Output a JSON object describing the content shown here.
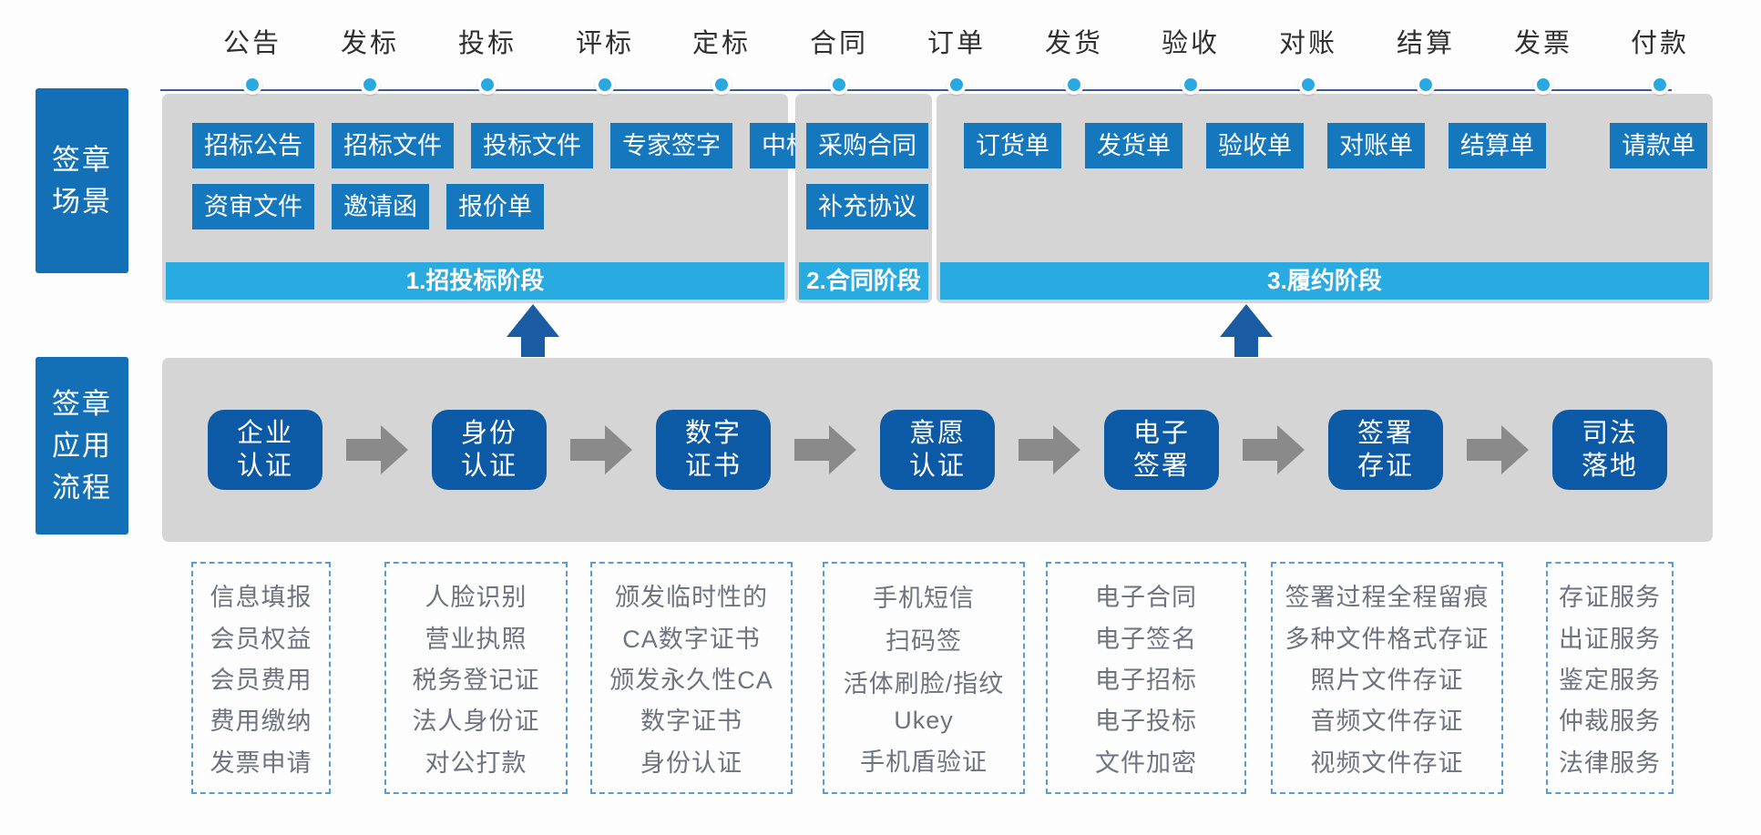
{
  "colors": {
    "button_blue": "#1577BD",
    "flow_box_blue": "#0C5AA5",
    "sidebar_blue": "#1470B6",
    "stage_bar_blue": "#29ABE2",
    "dot_blue": "#29A9E0",
    "timeline_line_blue": "#3A5C9E",
    "panel_gray": "#D5D5D5",
    "flow_arrow_gray": "#8A8A8A",
    "up_arrow_blue": "#1A5CA4",
    "dashed_border_blue": "#5B9BD5",
    "detail_text_gray": "#6E7380"
  },
  "sidebar": {
    "scene": [
      "签章",
      "场景"
    ],
    "process": [
      "签章",
      "应用",
      "流程"
    ]
  },
  "timeline": {
    "items": [
      "公告",
      "发标",
      "投标",
      "评标",
      "定标",
      "合同",
      "订单",
      "发货",
      "验收",
      "对账",
      "结算",
      "发票",
      "付款"
    ]
  },
  "panels": [
    {
      "stage_label": "1.招投标阶段",
      "rows": [
        [
          "招标公告",
          "招标文件",
          "投标文件",
          "专家签字",
          "中标公告"
        ],
        [
          "资审文件",
          "邀请函",
          "报价单"
        ]
      ]
    },
    {
      "stage_label": "2.合同阶段",
      "rows": [
        [
          "采购合同"
        ],
        [
          "补充协议"
        ]
      ]
    },
    {
      "stage_label": "3.履约阶段",
      "rows": [
        [
          "订货单",
          "发货单",
          "验收单",
          "对账单",
          "结算单",
          "请款单"
        ]
      ]
    }
  ],
  "flow": {
    "steps": [
      {
        "line1": "企业",
        "line2": "认证"
      },
      {
        "line1": "身份",
        "line2": "认证"
      },
      {
        "line1": "数字",
        "line2": "证书"
      },
      {
        "line1": "意愿",
        "line2": "认证"
      },
      {
        "line1": "电子",
        "line2": "签署"
      },
      {
        "line1": "签署",
        "line2": "存证"
      },
      {
        "line1": "司法",
        "line2": "落地"
      }
    ]
  },
  "details": [
    {
      "items": [
        "信息填报",
        "会员权益",
        "会员费用",
        "费用缴纳",
        "发票申请"
      ]
    },
    {
      "items": [
        "人脸识别",
        "营业执照",
        "税务登记证",
        "法人身份证",
        "对公打款"
      ]
    },
    {
      "items": [
        "颁发临时性的",
        "CA数字证书",
        "颁发永久性CA",
        "数字证书",
        "身份认证"
      ]
    },
    {
      "items": [
        "手机短信",
        "扫码签",
        "活体刷脸/指纹",
        "Ukey",
        "手机盾验证"
      ]
    },
    {
      "items": [
        "电子合同",
        "电子签名",
        "电子招标",
        "电子投标",
        "文件加密"
      ]
    },
    {
      "items": [
        "签署过程全程留痕",
        "多种文件格式存证",
        "照片文件存证",
        "音频文件存证",
        "视频文件存证"
      ]
    },
    {
      "items": [
        "存证服务",
        "出证服务",
        "鉴定服务",
        "仲裁服务",
        "法律服务"
      ]
    }
  ]
}
